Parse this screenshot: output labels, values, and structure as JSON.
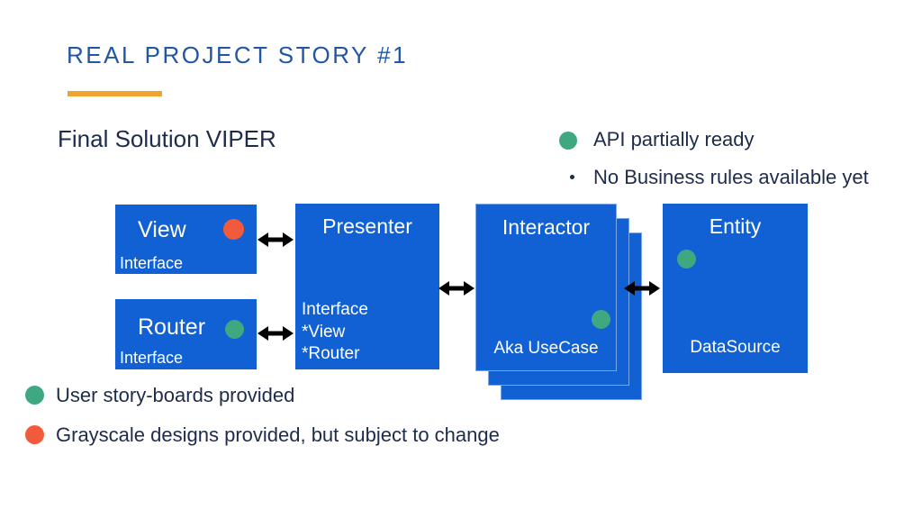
{
  "slide": {
    "title": "REAL PROJECT STORY #1",
    "subtitle": "Final Solution VIPER",
    "notes": [
      {
        "marker": "green-dot",
        "text": "API partially ready"
      },
      {
        "marker": "bullet",
        "text": "No Business rules available yet"
      }
    ],
    "legend": [
      {
        "marker": "green-dot",
        "text": "User story-boards provided"
      },
      {
        "marker": "orange-dot",
        "text": "Grayscale designs provided, but subject to change"
      }
    ]
  },
  "diagram": {
    "view": {
      "title": "View",
      "subtitle": "Interface",
      "marker": "orange-dot"
    },
    "router": {
      "title": "Router",
      "subtitle": "Interface",
      "marker": "green-dot"
    },
    "presenter": {
      "title": "Presenter",
      "lines": [
        "Interface",
        "*View",
        "*Router"
      ]
    },
    "interactor": {
      "title": "Interactor",
      "subtitle": "Aka UseCase",
      "marker": "green-dot",
      "stacked_layers": 3
    },
    "entity": {
      "title": "Entity",
      "subtitle": "DataSource",
      "marker": "green-dot"
    }
  },
  "colors": {
    "box_blue": "#1161d4",
    "title_blue": "#2156a6",
    "text_navy": "#1d2b4c",
    "accent_amber": "#f0a42f",
    "status_green": "#3fa881",
    "status_orange": "#f15b3b",
    "arrow_black": "#000000",
    "background": "#ffffff"
  }
}
